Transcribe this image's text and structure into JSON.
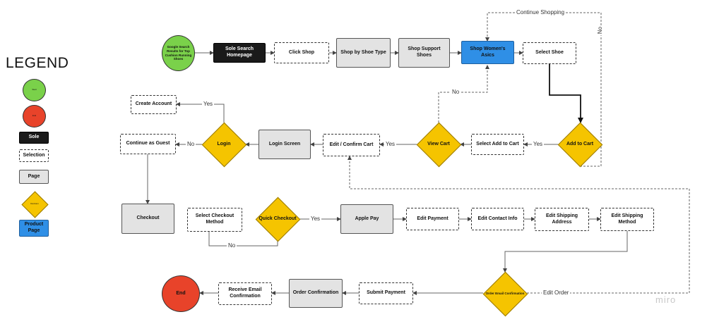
{
  "legend": {
    "title": "LEGEND",
    "start_label": "Start",
    "end_label": "End",
    "sole_label": "Sole",
    "selection_label": "Selection",
    "page_label": "Page",
    "decision_label": "Decision",
    "product_label": "Product Page"
  },
  "nodes": {
    "google": "Google Search Results for Top Cushion Running Shoes",
    "sole_home": "Sole Search Homepage",
    "click_shop": "Click Shop",
    "shop_by_type": "Shop by Shoe Type",
    "shop_support": "Shop Support Shoes",
    "shop_womens": "Shop Women's Asics",
    "select_shoe": "Select Shoe",
    "add_to_cart": "Add to Cart",
    "select_add": "Select Add to Cart",
    "view_cart": "View Cart",
    "edit_cart": "Edit / Confirm Cart",
    "login_screen": "Login Screen",
    "login": "Login",
    "create_account": "Create Account",
    "continue_guest": "Continue as Guest",
    "checkout": "Checkout",
    "select_checkout_method": "Select Checkout Method",
    "quick_checkout": "Quick Checkout",
    "apple_pay": "Apple Pay",
    "edit_payment": "Edit Payment",
    "edit_contact": "Edit Contact Info",
    "edit_shipping_address": "Edit Shipping Address",
    "edit_shipping_method": "Edit Shipping Method",
    "order_email": "Order Email Confirmation",
    "submit_payment": "Submit Payment",
    "order_confirmation": "Order Confirmation",
    "receive_email": "Receive Email Confirmation",
    "end": "End"
  },
  "edge_labels": {
    "continue_shopping": "Continue Shopping",
    "no_top": "No",
    "no_view_cart": "No",
    "yes_add": "Yes",
    "yes_view": "Yes",
    "yes_login": "Yes",
    "no_login": "No",
    "yes_quick": "Yes",
    "no_quick": "No",
    "edit_order": "Edit Order"
  },
  "watermark": "miro",
  "colors": {
    "start": "#7ad14a",
    "end": "#e8432a",
    "sole": "#1a1a1a",
    "page": "#e3e3e3",
    "decision": "#f5c400",
    "product": "#2f8fe6"
  }
}
